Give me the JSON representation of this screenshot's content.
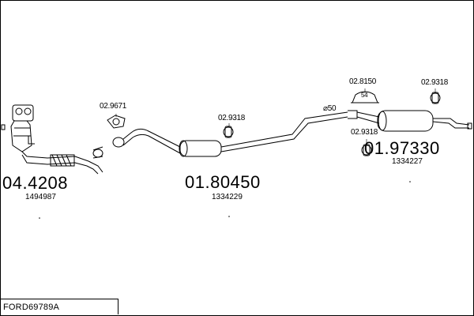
{
  "drawing": {
    "code": "FORD69789A"
  },
  "assemblies": [
    {
      "number": "04.4208",
      "ref": "1494987"
    },
    {
      "number": "01.80450",
      "ref": "1334229"
    },
    {
      "number": "01.97330",
      "ref": "1334227"
    }
  ],
  "parts": {
    "gasket_front": "02.9671",
    "hanger_mid": "02.9318",
    "hanger_rear_left": "02.9318",
    "hanger_rear_right": "02.9318",
    "clamp": "02.8150",
    "clamp_size": "54",
    "pipe_diameter": "⌀50"
  }
}
